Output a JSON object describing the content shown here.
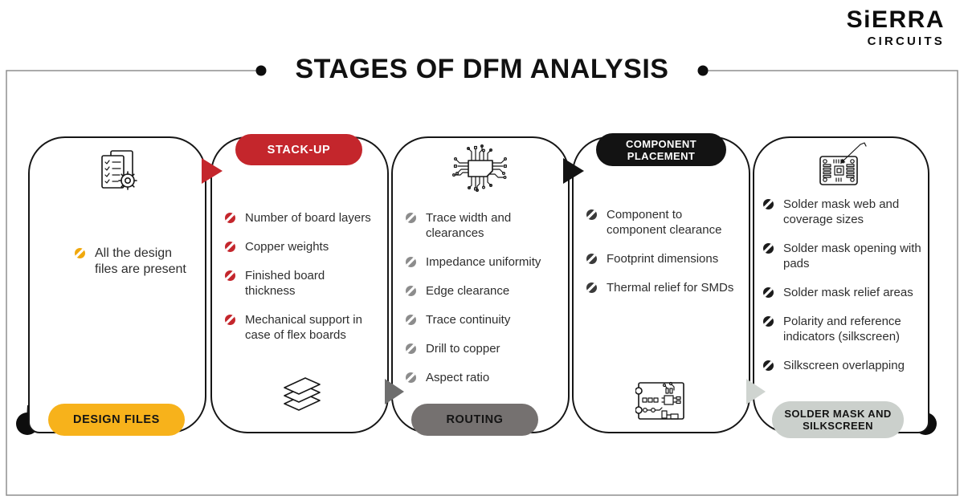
{
  "header": {
    "title": "STAGES OF DFM ANALYSIS",
    "brand": {
      "name": "SiERRA",
      "sub": "CIRCUITS"
    }
  },
  "stages": [
    {
      "name": "Design Files",
      "badge": "DESIGN FILES",
      "badge_bg": "#F7B21B",
      "badge_fg": "#141414",
      "bullet_color": "#F0A80D",
      "icon": "design-documents-gear-icon",
      "items": [
        "All the design files are present"
      ]
    },
    {
      "name": "Stack-Up",
      "badge": "STACK-UP",
      "badge_bg": "#C4262C",
      "badge_fg": "#FFFFFF",
      "bullet_color": "#C4262C",
      "icon": "layer-stack-icon",
      "items": [
        "Number of board layers",
        "Copper weights",
        "Finished board thickness",
        "Mechanical support in case of flex boards"
      ]
    },
    {
      "name": "Routing",
      "badge": "ROUTING",
      "badge_bg": "#757170",
      "badge_fg": "#141414",
      "bullet_color": "#8C8C8C",
      "icon": "chip-traces-icon",
      "items": [
        "Trace width and clearances",
        "Impedance uniformity",
        "Edge clearance",
        "Trace continuity",
        "Drill to copper",
        "Aspect ratio"
      ]
    },
    {
      "name": "Component Placement",
      "badge": "COMPONENT PLACEMENT",
      "badge_bg": "#131313",
      "badge_fg": "#FFFFFF",
      "bullet_color": "#3A3A3A",
      "icon": "pcb-components-icon",
      "items": [
        "Component to component clearance",
        "Footprint dimensions",
        "Thermal relief for SMDs"
      ]
    },
    {
      "name": "Solder Mask and Silkscreen",
      "badge": "SOLDER MASK AND SILKSCREEN",
      "badge_bg": "#CBD0CC",
      "badge_fg": "#141414",
      "bullet_color": "#1C1C1C",
      "icon": "ic-footprint-pointer-icon",
      "items": [
        "Solder mask web and coverage sizes",
        "Solder mask opening with pads",
        "Solder mask relief areas",
        "Polarity and reference indicators (silkscreen)",
        "Silkscreen overlapping"
      ]
    }
  ],
  "connectors": [
    {
      "from": "Design Files",
      "to": "Stack-Up",
      "color": "#C4262C"
    },
    {
      "from": "Stack-Up",
      "to": "Routing",
      "color": "#6E6E6E"
    },
    {
      "from": "Routing",
      "to": "Component Placement",
      "color": "#131313"
    },
    {
      "from": "Component Placement",
      "to": "Solder Mask and Silkscreen",
      "color": "#CFD4D0"
    }
  ]
}
